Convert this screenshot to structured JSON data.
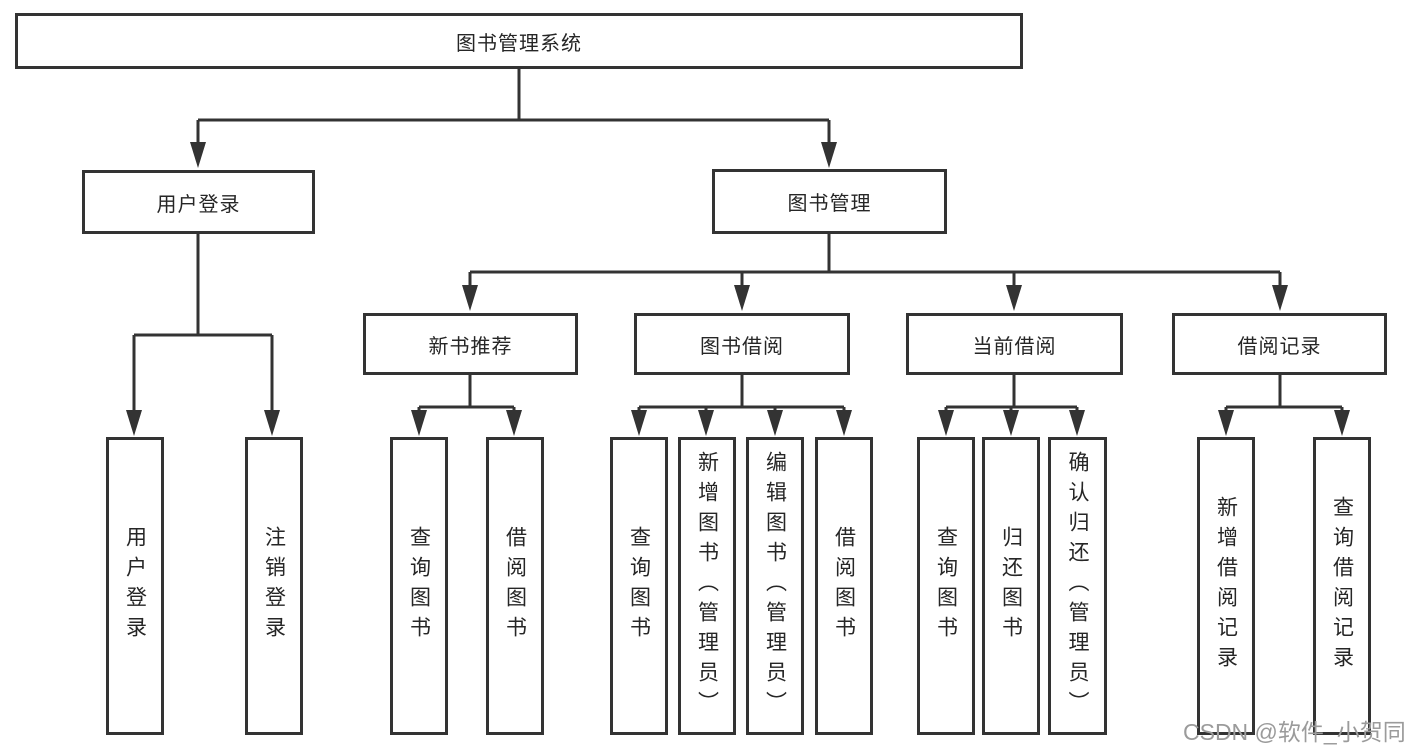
{
  "colors": {
    "line": "#333333",
    "box_border": "#333333",
    "box_background": "#ffffff",
    "text": "#262626",
    "watermark": "#9b9b9b"
  },
  "tree": {
    "root": {
      "label": "图书管理系统"
    },
    "branches": [
      {
        "label": "用户登录",
        "children": [
          {
            "label": "用户登录"
          },
          {
            "label": "注销登录"
          }
        ]
      },
      {
        "label": "图书管理",
        "children": [
          {
            "label": "新书推荐",
            "children": [
              {
                "label": "查询图书"
              },
              {
                "label": "借阅图书"
              }
            ]
          },
          {
            "label": "图书借阅",
            "children": [
              {
                "label": "查询图书"
              },
              {
                "label": "新增图书（管理员）"
              },
              {
                "label": "编辑图书（管理员）"
              },
              {
                "label": "借阅图书"
              }
            ]
          },
          {
            "label": "当前借阅",
            "children": [
              {
                "label": "查询图书"
              },
              {
                "label": "归还图书"
              },
              {
                "label": "确认归还（管理员）"
              }
            ]
          },
          {
            "label": "借阅记录",
            "children": [
              {
                "label": "新增借阅记录"
              },
              {
                "label": "查询借阅记录"
              }
            ]
          }
        ]
      }
    ]
  },
  "watermark": "CSDN @软件_小贺同学"
}
